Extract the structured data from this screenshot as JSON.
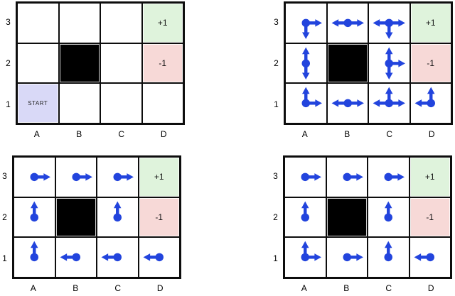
{
  "figure": {
    "background": "#ffffff",
    "colors": {
      "arrow": "#2244dd",
      "wall": "#000000",
      "grid_line": "#0d0d0d",
      "reward_bg": "#dff3dc",
      "penalty_bg": "#f7d9d7",
      "start_bg": "#d9d9f7",
      "label_text": "#000000"
    },
    "row_labels": [
      "3",
      "2",
      "1"
    ],
    "col_labels": [
      "A",
      "B",
      "C",
      "D"
    ],
    "panels": [
      {
        "id": "top-left",
        "description": "gridworld-layout",
        "cells": [
          {
            "col": "A",
            "row": "3",
            "type": "empty"
          },
          {
            "col": "B",
            "row": "3",
            "type": "empty"
          },
          {
            "col": "C",
            "row": "3",
            "type": "empty"
          },
          {
            "col": "D",
            "row": "3",
            "type": "reward",
            "label": "+1"
          },
          {
            "col": "A",
            "row": "2",
            "type": "empty"
          },
          {
            "col": "B",
            "row": "2",
            "type": "wall"
          },
          {
            "col": "C",
            "row": "2",
            "type": "empty"
          },
          {
            "col": "D",
            "row": "2",
            "type": "penalty",
            "label": "-1"
          },
          {
            "col": "A",
            "row": "1",
            "type": "start",
            "label": "START"
          },
          {
            "col": "B",
            "row": "1",
            "type": "empty"
          },
          {
            "col": "C",
            "row": "1",
            "type": "empty"
          },
          {
            "col": "D",
            "row": "1",
            "type": "empty"
          }
        ]
      },
      {
        "id": "top-right",
        "description": "all-actions",
        "cells": [
          {
            "col": "A",
            "row": "3",
            "type": "arrows",
            "arrows": [
              "right",
              "down"
            ]
          },
          {
            "col": "B",
            "row": "3",
            "type": "arrows",
            "arrows": [
              "left",
              "right"
            ]
          },
          {
            "col": "C",
            "row": "3",
            "type": "arrows",
            "arrows": [
              "left",
              "right",
              "down"
            ]
          },
          {
            "col": "D",
            "row": "3",
            "type": "reward",
            "label": "+1"
          },
          {
            "col": "A",
            "row": "2",
            "type": "arrows",
            "arrows": [
              "up",
              "down"
            ]
          },
          {
            "col": "B",
            "row": "2",
            "type": "wall"
          },
          {
            "col": "C",
            "row": "2",
            "type": "arrows",
            "arrows": [
              "up",
              "right",
              "down"
            ]
          },
          {
            "col": "D",
            "row": "2",
            "type": "penalty",
            "label": "-1"
          },
          {
            "col": "A",
            "row": "1",
            "type": "arrows",
            "arrows": [
              "up",
              "right"
            ]
          },
          {
            "col": "B",
            "row": "1",
            "type": "arrows",
            "arrows": [
              "left",
              "right"
            ]
          },
          {
            "col": "C",
            "row": "1",
            "type": "arrows",
            "arrows": [
              "left",
              "up",
              "right"
            ]
          },
          {
            "col": "D",
            "row": "1",
            "type": "arrows",
            "arrows": [
              "left",
              "up"
            ]
          }
        ]
      },
      {
        "id": "bottom-left",
        "description": "policy-1",
        "cells": [
          {
            "col": "A",
            "row": "3",
            "type": "arrows",
            "arrows": [
              "right"
            ]
          },
          {
            "col": "B",
            "row": "3",
            "type": "arrows",
            "arrows": [
              "right"
            ]
          },
          {
            "col": "C",
            "row": "3",
            "type": "arrows",
            "arrows": [
              "right"
            ]
          },
          {
            "col": "D",
            "row": "3",
            "type": "reward",
            "label": "+1"
          },
          {
            "col": "A",
            "row": "2",
            "type": "arrows",
            "arrows": [
              "up"
            ]
          },
          {
            "col": "B",
            "row": "2",
            "type": "wall"
          },
          {
            "col": "C",
            "row": "2",
            "type": "arrows",
            "arrows": [
              "up"
            ]
          },
          {
            "col": "D",
            "row": "2",
            "type": "penalty",
            "label": "-1"
          },
          {
            "col": "A",
            "row": "1",
            "type": "arrows",
            "arrows": [
              "up"
            ]
          },
          {
            "col": "B",
            "row": "1",
            "type": "arrows",
            "arrows": [
              "left"
            ]
          },
          {
            "col": "C",
            "row": "1",
            "type": "arrows",
            "arrows": [
              "left"
            ]
          },
          {
            "col": "D",
            "row": "1",
            "type": "arrows",
            "arrows": [
              "left"
            ]
          }
        ]
      },
      {
        "id": "bottom-right",
        "description": "policy-2",
        "cells": [
          {
            "col": "A",
            "row": "3",
            "type": "arrows",
            "arrows": [
              "right"
            ]
          },
          {
            "col": "B",
            "row": "3",
            "type": "arrows",
            "arrows": [
              "right"
            ]
          },
          {
            "col": "C",
            "row": "3",
            "type": "arrows",
            "arrows": [
              "right"
            ]
          },
          {
            "col": "D",
            "row": "3",
            "type": "reward",
            "label": "+1"
          },
          {
            "col": "A",
            "row": "2",
            "type": "arrows",
            "arrows": [
              "up"
            ]
          },
          {
            "col": "B",
            "row": "2",
            "type": "wall"
          },
          {
            "col": "C",
            "row": "2",
            "type": "arrows",
            "arrows": [
              "up"
            ]
          },
          {
            "col": "D",
            "row": "2",
            "type": "penalty",
            "label": "-1"
          },
          {
            "col": "A",
            "row": "1",
            "type": "arrows",
            "arrows": [
              "up",
              "right"
            ]
          },
          {
            "col": "B",
            "row": "1",
            "type": "arrows",
            "arrows": [
              "right"
            ]
          },
          {
            "col": "C",
            "row": "1",
            "type": "arrows",
            "arrows": [
              "up"
            ]
          },
          {
            "col": "D",
            "row": "1",
            "type": "arrows",
            "arrows": [
              "left"
            ]
          }
        ]
      }
    ]
  }
}
